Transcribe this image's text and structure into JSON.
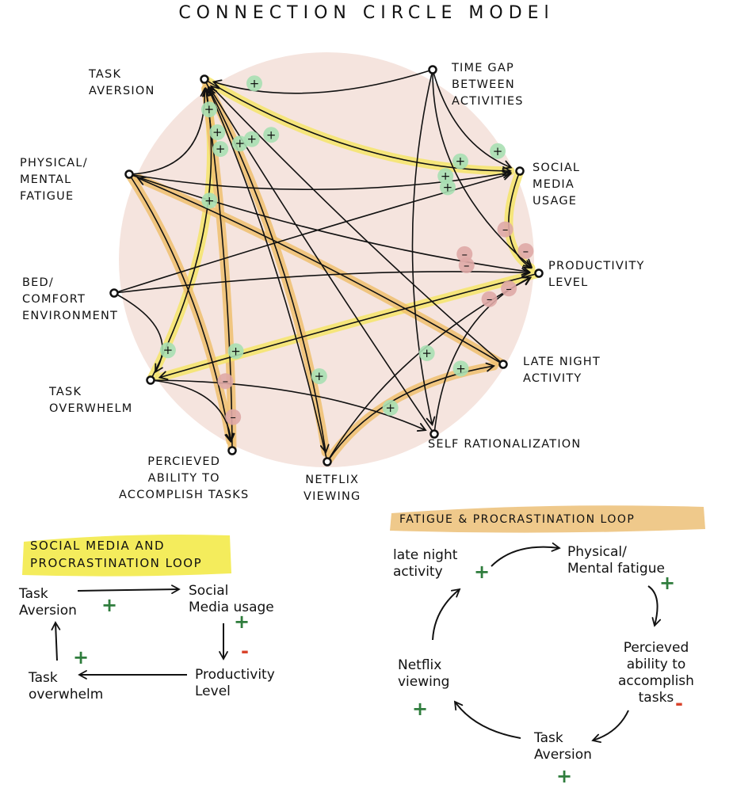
{
  "title": "CONNECTION CIRCLE MODEl",
  "colors": {
    "circle_fill": "#f5e4de",
    "positive_badge": "#a8dfb3",
    "negative_badge": "#dfa9a6",
    "highlight_yellow": "#f4e56a",
    "highlight_orange": "#efbf6f",
    "positive_sign": "#2f7d3d",
    "negative_sign": "#d9432b",
    "ink": "#111111"
  },
  "circle_model": {
    "nodes": [
      {
        "id": "task_aversion",
        "label": "TASK\nAVERSION"
      },
      {
        "id": "time_gap",
        "label": "TIME GAP\nBETWEEN\nACTIVITIES"
      },
      {
        "id": "social_media",
        "label": "SOCIAL\nMEDIA\nUSAGE"
      },
      {
        "id": "productivity",
        "label": "PRODUCTIVITY\nLEVEL"
      },
      {
        "id": "late_night",
        "label": "LATE NIGHT\nACTIVITY"
      },
      {
        "id": "self_rationalization",
        "label": "SELF RATIONALIZATION"
      },
      {
        "id": "netflix",
        "label": "NETFLIX\nVIEWING"
      },
      {
        "id": "perceived_ability",
        "label": "PERCIEVED\nABILITY TO\nACCOMPLISH TASKS"
      },
      {
        "id": "task_overwhelm",
        "label": "TASK\nOVERWHELM"
      },
      {
        "id": "bed_comfort",
        "label": "BED/\nCOMFORT\nENVIRONMENT"
      },
      {
        "id": "fatigue",
        "label": "PHYSICAL/\nMENTAL\nFATIGUE"
      }
    ],
    "edges": [
      {
        "from": "time_gap",
        "to": "task_aversion",
        "polarity": "+"
      },
      {
        "from": "fatigue",
        "to": "task_aversion",
        "polarity": "+"
      },
      {
        "from": "task_overwhelm",
        "to": "task_aversion",
        "polarity": "+",
        "highlight": "yellow"
      },
      {
        "from": "perceived_ability",
        "to": "task_aversion",
        "polarity": "+",
        "highlight": "orange"
      },
      {
        "from": "netflix",
        "to": "task_aversion",
        "polarity": "+"
      },
      {
        "from": "late_night",
        "to": "task_aversion",
        "polarity": "+"
      },
      {
        "from": "self_rationalization",
        "to": "task_aversion",
        "polarity": "+"
      },
      {
        "from": "task_aversion",
        "to": "social_media",
        "polarity": "+",
        "highlight": "yellow"
      },
      {
        "from": "time_gap",
        "to": "social_media",
        "polarity": "+"
      },
      {
        "from": "fatigue",
        "to": "social_media",
        "polarity": "+"
      },
      {
        "from": "bed_comfort",
        "to": "social_media",
        "polarity": "+"
      },
      {
        "from": "social_media",
        "to": "productivity",
        "polarity": "-",
        "highlight": "yellow"
      },
      {
        "from": "time_gap",
        "to": "productivity",
        "polarity": "-"
      },
      {
        "from": "fatigue",
        "to": "productivity",
        "polarity": "-"
      },
      {
        "from": "bed_comfort",
        "to": "productivity",
        "polarity": "-"
      },
      {
        "from": "netflix",
        "to": "productivity",
        "polarity": "-"
      },
      {
        "from": "self_rationalization",
        "to": "productivity",
        "polarity": "-"
      },
      {
        "from": "productivity",
        "to": "task_overwhelm",
        "polarity": "+",
        "highlight": "yellow"
      },
      {
        "from": "fatigue",
        "to": "perceived_ability",
        "polarity": "-",
        "highlight": "orange"
      },
      {
        "from": "task_overwhelm",
        "to": "perceived_ability",
        "polarity": "-"
      },
      {
        "from": "task_aversion",
        "to": "netflix",
        "polarity": "+",
        "highlight": "orange"
      },
      {
        "from": "netflix",
        "to": "late_night",
        "polarity": "+",
        "highlight": "orange"
      },
      {
        "from": "late_night",
        "to": "fatigue",
        "polarity": "+",
        "highlight": "orange"
      },
      {
        "from": "task_overwhelm",
        "to": "self_rationalization",
        "polarity": "+"
      },
      {
        "from": "time_gap",
        "to": "self_rationalization",
        "polarity": "+"
      },
      {
        "from": "bed_comfort",
        "to": "task_overwhelm",
        "polarity": "+"
      }
    ]
  },
  "loops": [
    {
      "id": "social_media_loop",
      "title": "SOCIAL MEDIA AND\nPROCRASTINATION LOOP",
      "highlight": "yellow",
      "nodes": [
        {
          "id": "task_aversion",
          "label": "Task\nAversion",
          "sign": "+"
        },
        {
          "id": "social_media",
          "label": "Social\nMedia usage",
          "sign": "+"
        },
        {
          "id": "productivity",
          "label": "Productivity\nLevel",
          "sign": "-"
        },
        {
          "id": "task_overwhelm",
          "label": "Task\noverwhelm",
          "sign": "+"
        }
      ]
    },
    {
      "id": "fatigue_loop",
      "title": "FATIGUE & PROCRASTINATION LOOP",
      "highlight": "orange",
      "nodes": [
        {
          "id": "late_night",
          "label": "late night\nactivity",
          "sign": "+"
        },
        {
          "id": "fatigue",
          "label": "Physical/\nMental fatigue",
          "sign": "+"
        },
        {
          "id": "perceived_ability",
          "label": "Percieved\nability to\naccomplish\ntasks",
          "sign": "-"
        },
        {
          "id": "task_aversion",
          "label": "Task\nAversion",
          "sign": "+"
        },
        {
          "id": "netflix",
          "label": "Netflix\nviewing",
          "sign": "+"
        }
      ]
    }
  ]
}
